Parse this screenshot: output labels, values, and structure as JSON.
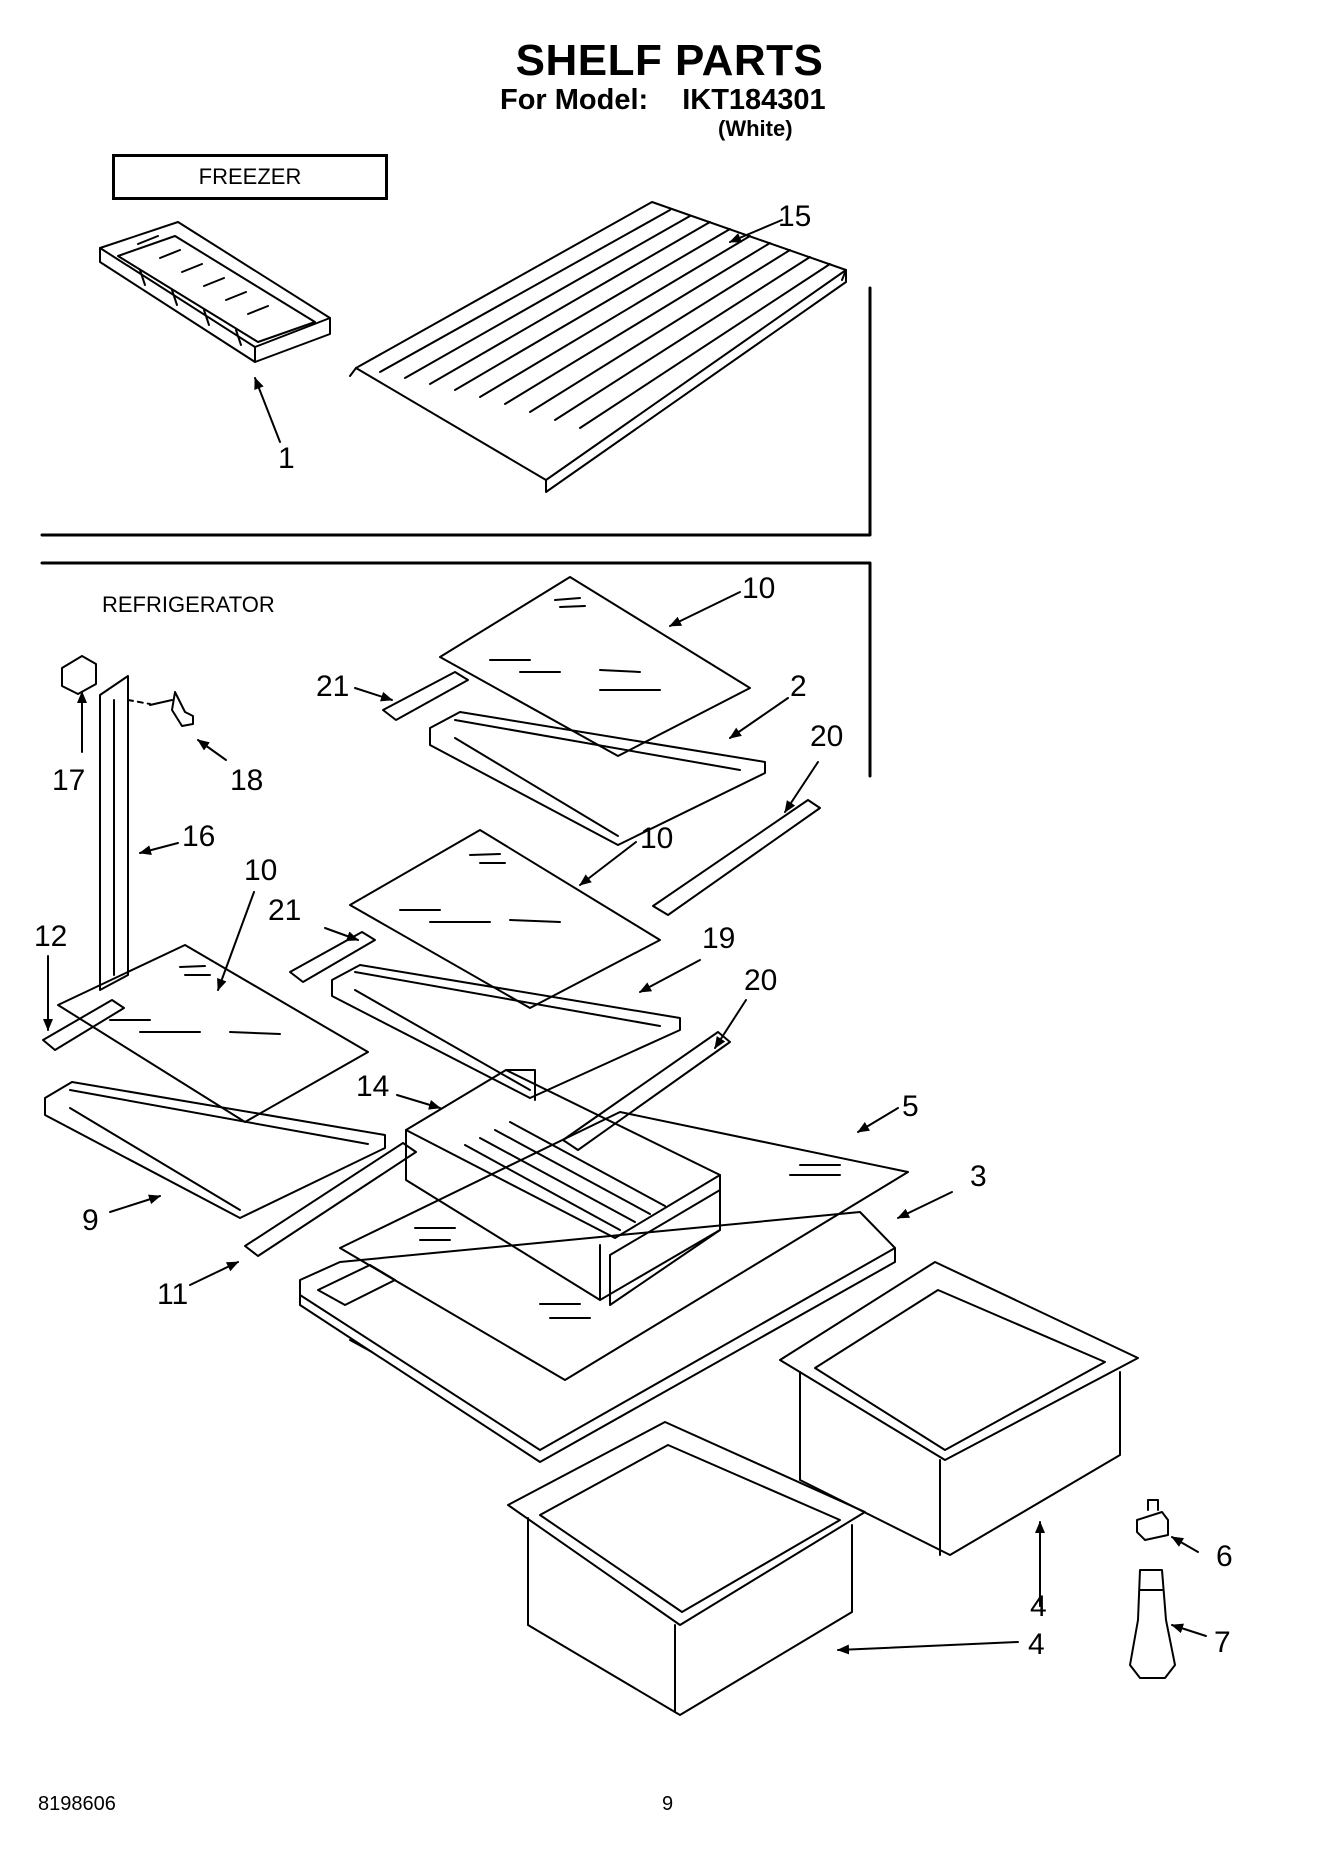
{
  "header": {
    "title": "SHELF PARTS",
    "model_label": "For Model:",
    "model_number": "IKT184301",
    "color": "(White)"
  },
  "sections": {
    "freezer": "FREEZER",
    "refrigerator": "REFRIGERATOR"
  },
  "callouts": [
    {
      "id": "1",
      "label": "1"
    },
    {
      "id": "15",
      "label": "15"
    },
    {
      "id": "10a",
      "label": "10"
    },
    {
      "id": "21a",
      "label": "21"
    },
    {
      "id": "2",
      "label": "2"
    },
    {
      "id": "20a",
      "label": "20"
    },
    {
      "id": "17",
      "label": "17"
    },
    {
      "id": "18",
      "label": "18"
    },
    {
      "id": "16",
      "label": "16"
    },
    {
      "id": "10b",
      "label": "10"
    },
    {
      "id": "10c",
      "label": "10"
    },
    {
      "id": "21b",
      "label": "21"
    },
    {
      "id": "12",
      "label": "12"
    },
    {
      "id": "19",
      "label": "19"
    },
    {
      "id": "20b",
      "label": "20"
    },
    {
      "id": "14",
      "label": "14"
    },
    {
      "id": "5",
      "label": "5"
    },
    {
      "id": "3",
      "label": "3"
    },
    {
      "id": "9",
      "label": "9"
    },
    {
      "id": "11",
      "label": "11"
    },
    {
      "id": "6",
      "label": "6"
    },
    {
      "id": "7",
      "label": "7"
    },
    {
      "id": "4a",
      "label": "4"
    },
    {
      "id": "4b",
      "label": "4"
    }
  ],
  "footer": {
    "part_number": "8198606",
    "page_number": "9"
  }
}
